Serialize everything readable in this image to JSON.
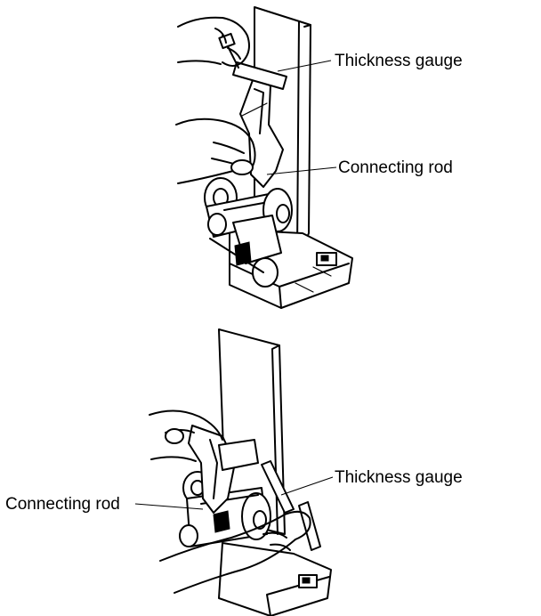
{
  "top_figure": {
    "label_thickness_gauge": "Thickness gauge",
    "label_connecting_rod": "Connecting rod"
  },
  "bottom_figure": {
    "label_thickness_gauge": "Thickness gauge",
    "label_connecting_rod": "Connecting rod"
  }
}
